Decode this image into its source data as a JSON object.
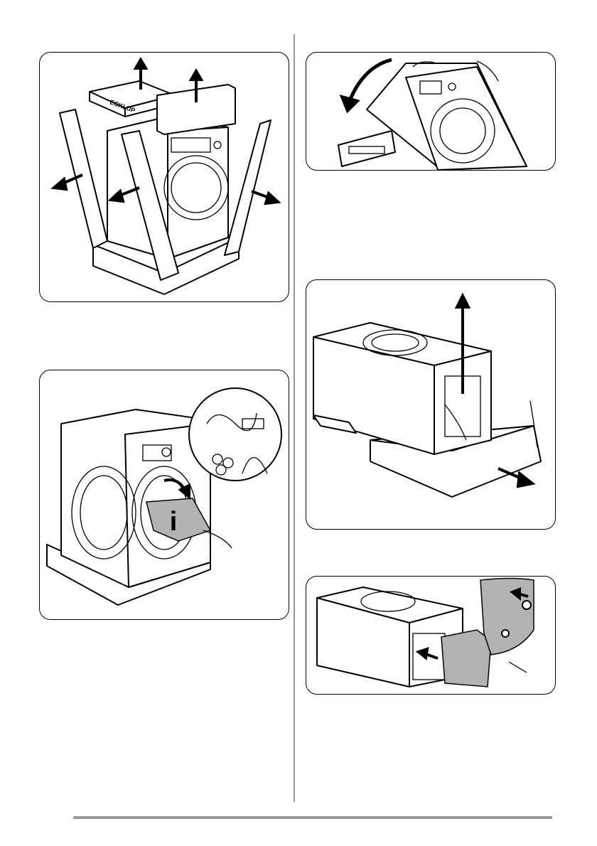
{
  "colors": {
    "panel_border": "#000000",
    "divider": "#999999",
    "footer_rule": "#9a9a9a",
    "accessory_fill": "#b3b3b3"
  },
  "panels": {
    "p1": {
      "box_label": "ECKLUP",
      "icon": "remove-packaging-illustration"
    },
    "p2": {
      "icon": "tilt-machine-remove-base-illustration"
    },
    "p3": {
      "info_glyph": "i",
      "icon": "accessories-bag-illustration"
    },
    "p4": {
      "icon": "lift-machine-off-base-illustration"
    },
    "p5": {
      "icon": "fit-rear-panel-illustration"
    }
  }
}
